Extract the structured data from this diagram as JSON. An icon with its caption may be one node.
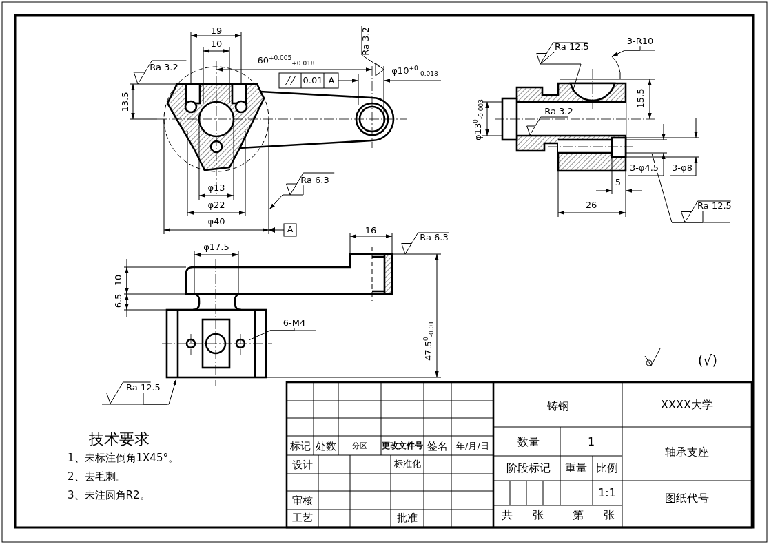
{
  "diagram": {
    "nodes": [
      {
        "text": [
          "Ra 12.5"
        ]
      },
      {
        "text": [
          "3-R10"
        ]
      },
      {
        "text": [
          "Ra 6.3"
        ]
      },
      {
        "text": [
          "Ra 12.5"
        ]
      },
      {
        "text": [
          "6-M4"
        ]
      },
      {
        "text": [
          "Ra 12.5"
        ]
      }
    ],
    "edges": [
      {
        "from": 0,
        "to": null,
        "arrow": "none"
      },
      {
        "from": 1,
        "to": null,
        "arrow": "to"
      },
      {
        "from": 2,
        "to": null,
        "arrow": "to"
      },
      {
        "from": 3,
        "to": null,
        "arrow": "none"
      },
      {
        "from": 4,
        "to": null,
        "arrow": "none"
      },
      {
        "from": 5,
        "to": null,
        "arrow": "to"
      }
    ],
    "labels": [
      "19",
      "10",
      "60$^{+0.005}$$_{+0.018}$",
      "Ra 3.2",
      "Ra 3.2",
      "0.01",
      "A",
      "φ10$^{+0}$$_{-0.018}$",
      "13.5",
      "φ13",
      "φ22",
      "φ40",
      "A",
      "15.5",
      "φ13$^{0}$$_{-0.003}$",
      "Ra 3.2",
      "3-φ4.5",
      "3-φ8",
      "5",
      "26",
      "16",
      "Ra 6.3",
      "φ17.5",
      "10",
      "6.5",
      "47.5$^{0}$$_{-0.01}$",
      "(√)",
      "铸钢",
      "XXXX大学",
      "标记",
      "处数",
      "分区",
      "更改文件号",
      "签名",
      "年/月/日",
      "数量",
      "1",
      "轴承支座",
      "设计",
      "标准化",
      "阶段标记",
      "重量",
      "比例",
      "审核",
      "1:1",
      "图纸代号",
      "工艺",
      "批准",
      "共",
      "张",
      "第",
      "张",
      "技术要求",
      "1、未标注倒角1X45°。",
      "2、去毛刺。",
      "3、未注圆角R2。"
    ]
  }
}
